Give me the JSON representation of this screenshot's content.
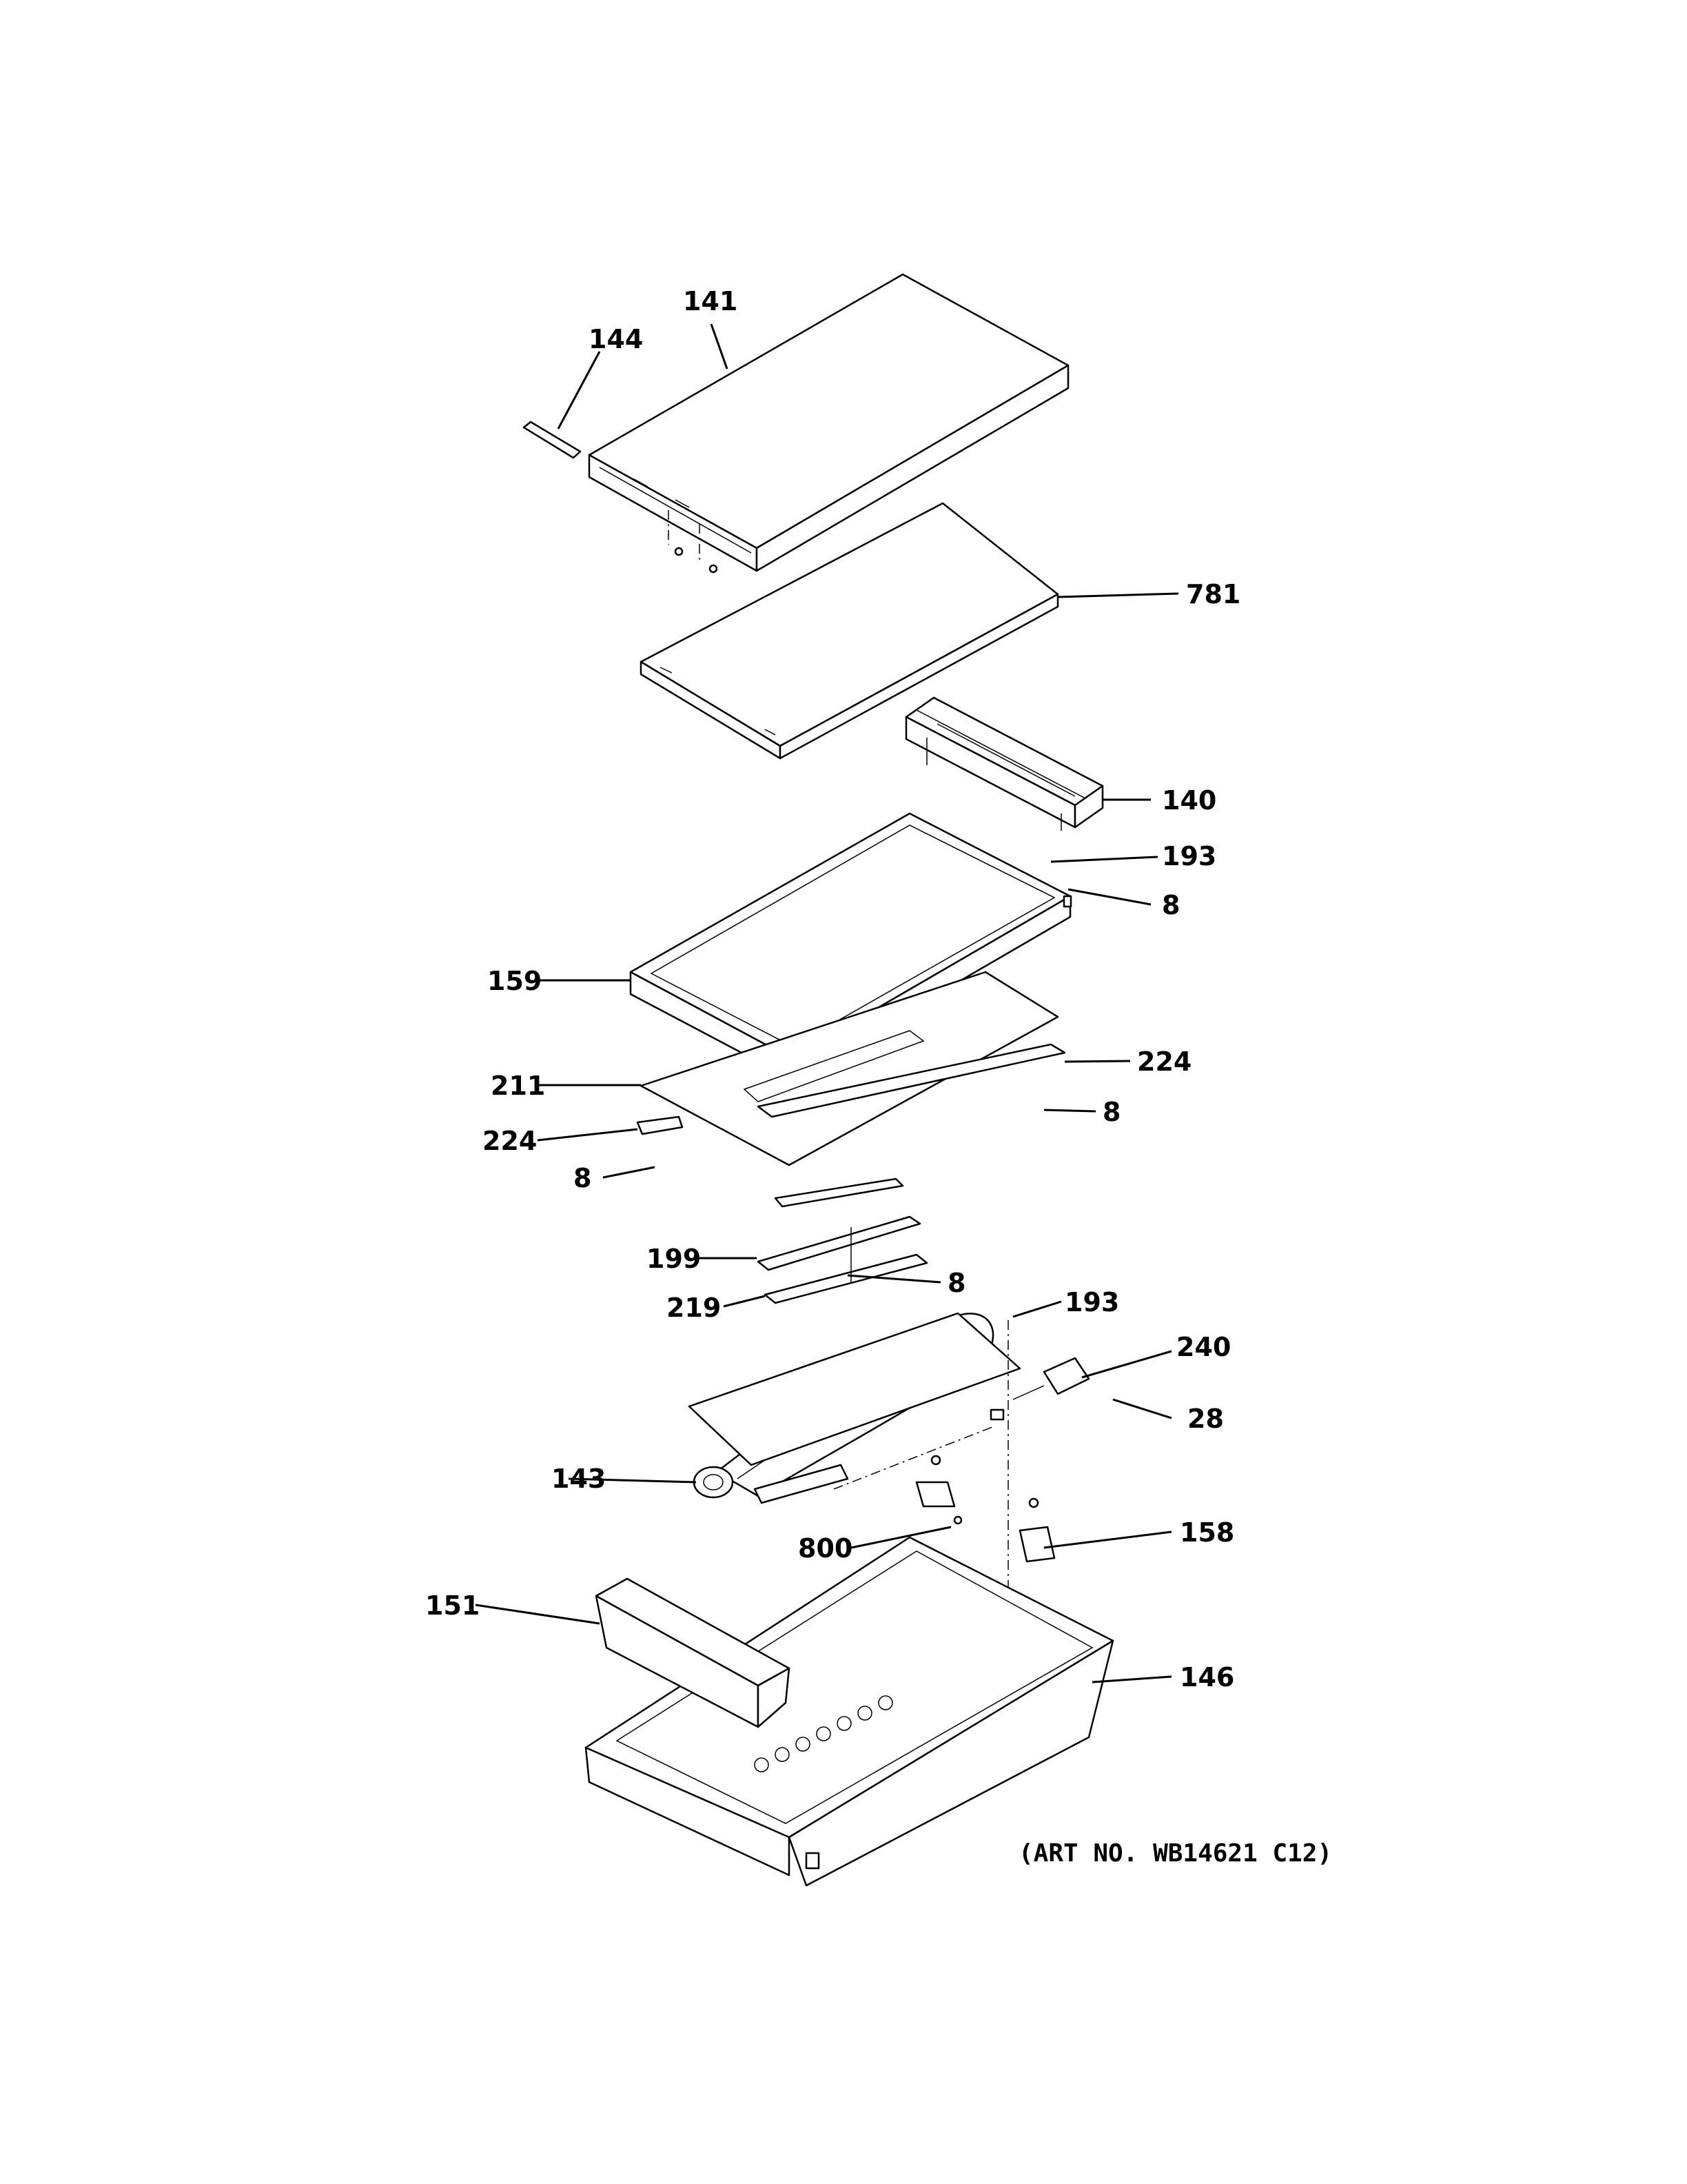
{
  "diagram": {
    "callouts": [
      {
        "id": "c144",
        "text": "144"
      },
      {
        "id": "c141",
        "text": "141"
      },
      {
        "id": "c781",
        "text": "781"
      },
      {
        "id": "c140",
        "text": "140"
      },
      {
        "id": "c193a",
        "text": "193"
      },
      {
        "id": "c8a",
        "text": "8"
      },
      {
        "id": "c159",
        "text": "159"
      },
      {
        "id": "c224a",
        "text": "224"
      },
      {
        "id": "c211",
        "text": "211"
      },
      {
        "id": "c8b",
        "text": "8"
      },
      {
        "id": "c224b",
        "text": "224"
      },
      {
        "id": "c8c",
        "text": "8"
      },
      {
        "id": "c199",
        "text": "199"
      },
      {
        "id": "c8d",
        "text": "8"
      },
      {
        "id": "c219",
        "text": "219"
      },
      {
        "id": "c193b",
        "text": "193"
      },
      {
        "id": "c240",
        "text": "240"
      },
      {
        "id": "c28",
        "text": "28"
      },
      {
        "id": "c143",
        "text": "143"
      },
      {
        "id": "c800",
        "text": "800"
      },
      {
        "id": "c158",
        "text": "158"
      },
      {
        "id": "c151",
        "text": "151"
      },
      {
        "id": "c146",
        "text": "146"
      }
    ],
    "art_number": "(ART NO. WB14621 C12)"
  }
}
